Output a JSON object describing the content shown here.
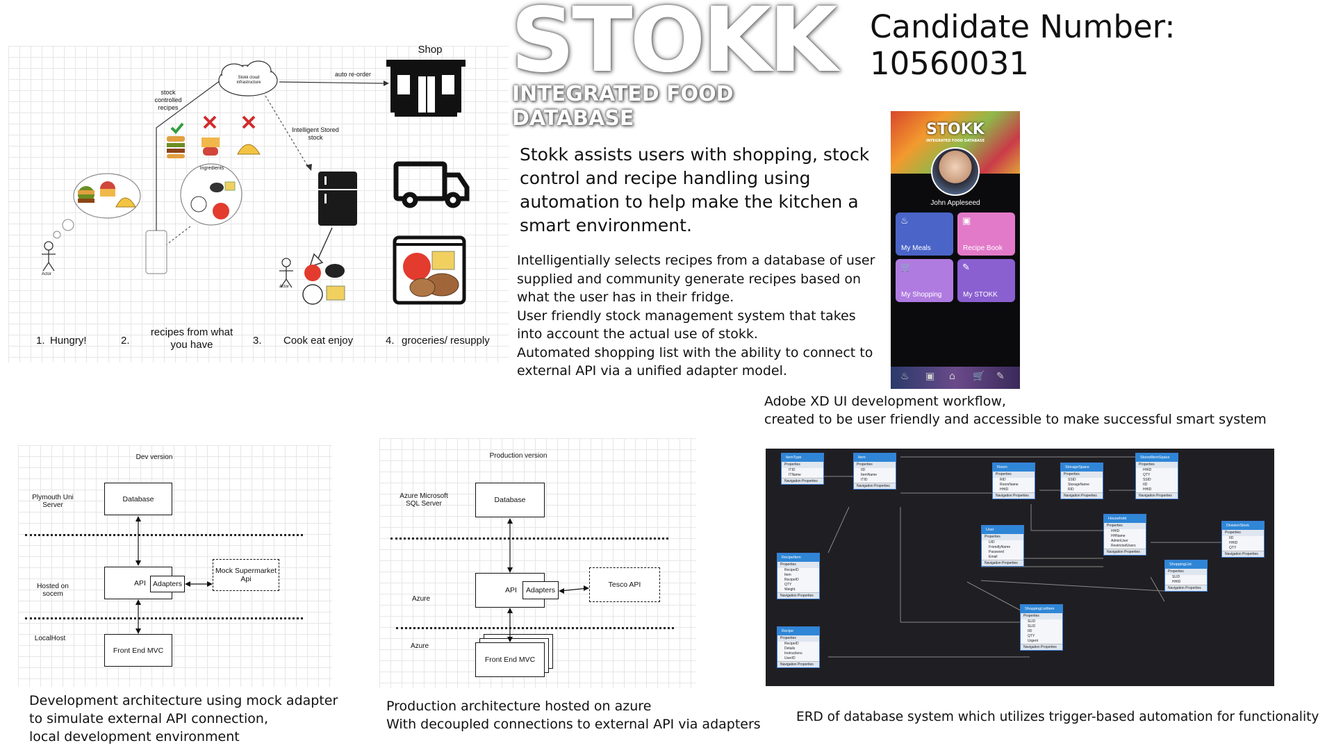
{
  "header": {
    "logo_main": "STOKK",
    "logo_sub": "INTEGRATED FOOD DATABASE",
    "candidate": "Candidate Number: 10560031"
  },
  "concept_diagram": {
    "shop_label": "Shop",
    "auto_reorder": "auto re-order",
    "cloud_label": "Stokk cloud infrastructure",
    "stock_controlled": "stock controlled recipes",
    "intelligent_stored": "Intelligent Stored stock",
    "ingredients": "Ingredients",
    "actor": "Actor",
    "steps": [
      {
        "num": "1.",
        "label": "Hungry!"
      },
      {
        "num": "2.",
        "label": "recipes from what you have"
      },
      {
        "num": "3.",
        "label": "Cook eat enjoy"
      },
      {
        "num": "4.",
        "label": "groceries/ resupply"
      }
    ]
  },
  "description": {
    "intro": "Stokk assists users with shopping, stock control and recipe handling using automation to help make the kitchen a smart environment.",
    "lines": [
      "Intelligentially selects recipes from a database of user",
      "supplied and community generate recipes based on",
      "what the user has in their fridge.",
      "User friendly stock management system that takes",
      "into account the actual use of stokk.",
      "Automated shopping list with the ability to connect to",
      "external API via a unified adapter model."
    ]
  },
  "phone": {
    "logo": "STOKK",
    "logo_sub": "INTEGRATED FOOD DATABASE",
    "user": "John Appleseed",
    "tiles": [
      {
        "label": "My Meals",
        "color": "#4a64c8"
      },
      {
        "label": "Recipe Book",
        "color": "#e27ac9"
      },
      {
        "label": "My Shopping",
        "color": "#b07be0"
      },
      {
        "label": "My STOKK",
        "color": "#8a60d0"
      }
    ]
  },
  "xd_caption": {
    "line1": "Adobe XD UI development workflow,",
    "line2": "created to be user friendly and accessible to make successful smart system"
  },
  "dev_arch": {
    "title": "Dev version",
    "zone1": "Plymouth Uni Server",
    "zone2": "Hosted on socem",
    "zone3": "LocalHost",
    "database": "Database",
    "api": "API",
    "adapters": "Adapters",
    "mock": "Mock Supermarket Api",
    "frontend": "Front End MVC",
    "caption": [
      "Development architecture using mock adapter",
      "to simulate external API connection,",
      "local development environment"
    ]
  },
  "prod_arch": {
    "title": "Production version",
    "zone1": "Azure Microsoft SQL Server",
    "zone2": "Azure",
    "zone3": "Azure",
    "database": "Database",
    "api": "API",
    "adapters": "Adapters",
    "tesco": "Tesco API",
    "frontend": "Front End MVC",
    "caption": [
      "Production architecture hosted on azure",
      "With decoupled connections to external API via adapters"
    ]
  },
  "erd": {
    "caption": "ERD of database system which utilizes trigger-based automation for functionality",
    "properties": "Properties",
    "nav": "Navigation Properties",
    "entities": [
      {
        "name": "ItemType",
        "fields": [
          "ITID",
          "ITName"
        ]
      },
      {
        "name": "Item",
        "fields": [
          "IID",
          "ItemName",
          "ITID"
        ]
      },
      {
        "name": "Room",
        "fields": [
          "RID",
          "RoomName",
          "HHID"
        ]
      },
      {
        "name": "StorageSpace",
        "fields": [
          "SSID",
          "StorageName",
          "RID"
        ]
      },
      {
        "name": "StoredItemSpace",
        "fields": [
          "HHID",
          "QTY",
          "SSID",
          "IID",
          "HHID"
        ]
      },
      {
        "name": "RecipeItem",
        "fields": [
          "RecipeID",
          "Item",
          "RecipeID",
          "QTY",
          "Weight"
        ]
      },
      {
        "name": "User",
        "fields": [
          "UID",
          "FriendlyName",
          "Password",
          "Email"
        ]
      },
      {
        "name": "Household",
        "fields": [
          "HHID",
          "HHName",
          "AdminUser",
          "RestrictedUsers"
        ]
      },
      {
        "name": "ShoppingList",
        "fields": [
          "SLID",
          "HHID"
        ]
      },
      {
        "name": "DivisionStock",
        "fields": [
          "IID",
          "HHID",
          "QTY"
        ]
      },
      {
        "name": "Recipe",
        "fields": [
          "RecipeID",
          "Details",
          "Instructions",
          "UserID"
        ]
      },
      {
        "name": "ShoppingListItem",
        "fields": [
          "SLID",
          "SLID",
          "IID",
          "QTY",
          "Urgent"
        ]
      }
    ]
  }
}
